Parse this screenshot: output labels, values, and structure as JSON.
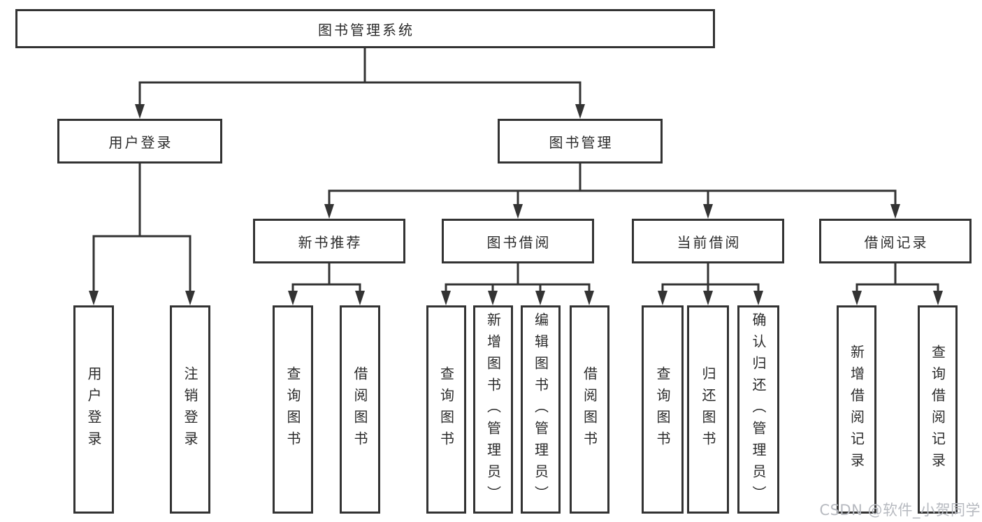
{
  "tree": {
    "root": {
      "label": "图书管理系统"
    },
    "children": [
      {
        "label": "用户登录",
        "children": [
          {
            "label": "用户登录"
          },
          {
            "label": "注销登录"
          }
        ]
      },
      {
        "label": "图书管理",
        "children": [
          {
            "label": "新书推荐",
            "children": [
              {
                "label": "查询图书"
              },
              {
                "label": "借阅图书"
              }
            ]
          },
          {
            "label": "图书借阅",
            "children": [
              {
                "label": "查询图书"
              },
              {
                "label": "新增图书（管理员）"
              },
              {
                "label": "编辑图书（管理员）"
              },
              {
                "label": "借阅图书"
              }
            ]
          },
          {
            "label": "当前借阅",
            "children": [
              {
                "label": "查询图书"
              },
              {
                "label": "归还图书"
              },
              {
                "label": "确认归还（管理员）"
              }
            ]
          },
          {
            "label": "借阅记录",
            "children": [
              {
                "label": "新增借阅记录"
              },
              {
                "label": "查询借阅记录"
              }
            ]
          }
        ]
      }
    ]
  },
  "watermark": "CSDN @软件_小贺同学",
  "colors": {
    "line": "#333333",
    "text": "#2b2b2b",
    "box_background": "#ffffff",
    "watermark": "#b7bac0"
  }
}
